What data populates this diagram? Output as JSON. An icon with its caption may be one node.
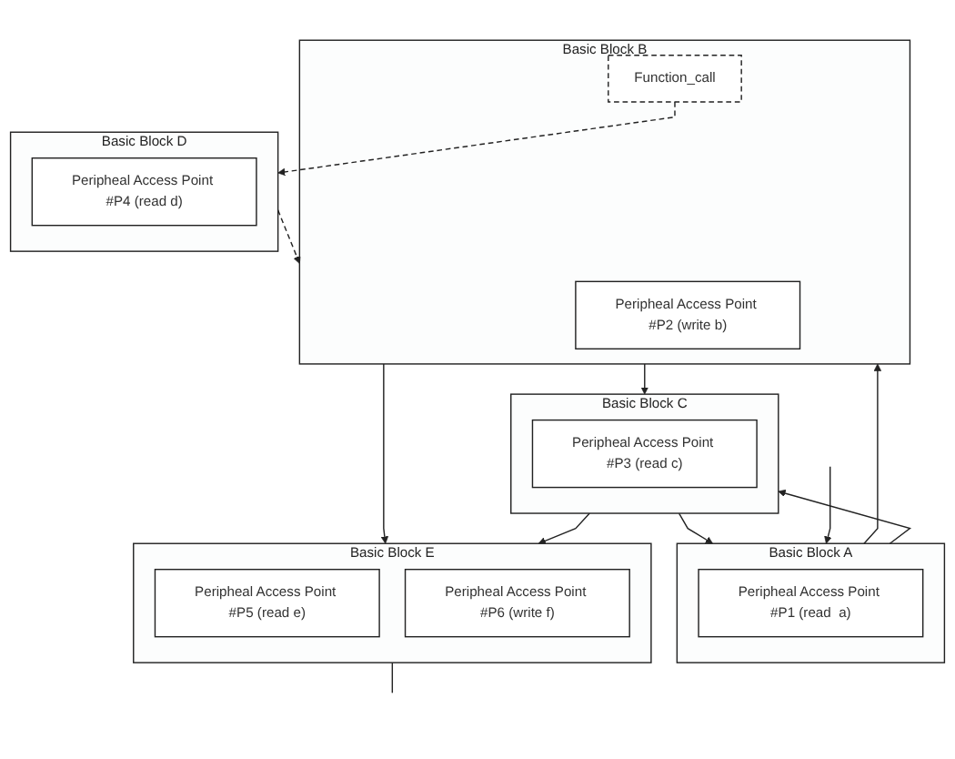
{
  "diagram": {
    "nodes": [
      {
        "text": [
          "Basic Block A"
        ]
      },
      {
        "text": [
          "Peripheal Access Point #P1 (read  a)"
        ],
        "in": 0
      },
      {
        "text": [
          "Basic Block B"
        ]
      },
      {
        "text": [
          "Peripheal Access Point #P2 (write b)"
        ],
        "in": 2
      },
      {
        "text": [
          "Function_call"
        ],
        "in": 2
      },
      {
        "text": [
          "Basic Block C"
        ]
      },
      {
        "text": [
          "Peripheal Access Point #P3 (read c)"
        ],
        "in": 5
      },
      {
        "text": [
          "Basic Block D"
        ]
      },
      {
        "text": [
          "Peripheal Access Point #P4 (read d)"
        ],
        "in": 7
      },
      {
        "text": [
          "Basic Block E"
        ]
      },
      {
        "text": [
          "Peripheal Access Point #P5 (read e)"
        ],
        "in": 9
      },
      {
        "text": [
          "Peripheal Access Point #P6 (write f)"
        ],
        "in": 9
      }
    ],
    "edges": [
      {
        "from": 0,
        "to": 2,
        "arrow": "to"
      },
      {
        "from": 0,
        "to": 5,
        "arrow": "to"
      },
      {
        "from": 2,
        "to": 5,
        "arrow": "to"
      },
      {
        "from": 5,
        "to": 0,
        "arrow": "to"
      },
      {
        "from": 4,
        "to": 7,
        "arrow": "to",
        "style": "dashed"
      },
      {
        "from": 7,
        "to": 2,
        "arrow": "to",
        "style": "dashed"
      },
      {
        "from": 2,
        "to": 9,
        "arrow": "to"
      },
      {
        "from": 5,
        "to": 9,
        "arrow": "to"
      },
      {
        "from": 9,
        "to": null,
        "arrow": "none"
      },
      {
        "from": null,
        "to": 0,
        "arrow": "to"
      }
    ]
  }
}
